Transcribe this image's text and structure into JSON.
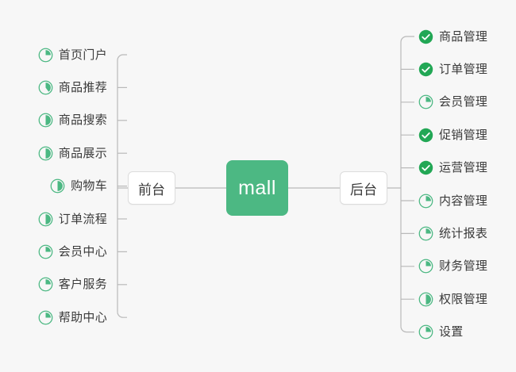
{
  "diagram": {
    "title": "mall",
    "root": {
      "label": "mall",
      "color": "#4cb883"
    },
    "branches": [
      {
        "label": "前台",
        "side": "left"
      },
      {
        "label": "后台",
        "side": "right"
      }
    ],
    "colors": {
      "accent": "#4cb883",
      "accent_dark": "#22a755",
      "background": "#f7f7f7",
      "text": "#3a3a3a",
      "wire": "#b9b9b9",
      "box_border": "#dcdcdc"
    },
    "left_items": [
      {
        "label": "首页门户",
        "icon": "pie-progress-icon",
        "progress": 25,
        "status": "in-progress"
      },
      {
        "label": "商品推荐",
        "icon": "pie-progress-icon",
        "progress": 40,
        "status": "in-progress"
      },
      {
        "label": "商品搜索",
        "icon": "pie-progress-icon",
        "progress": 50,
        "status": "in-progress"
      },
      {
        "label": "商品展示",
        "icon": "pie-progress-icon",
        "progress": 50,
        "status": "in-progress"
      },
      {
        "label": "购物车",
        "icon": "pie-progress-icon",
        "progress": 50,
        "status": "in-progress"
      },
      {
        "label": "订单流程",
        "icon": "pie-progress-icon",
        "progress": 50,
        "status": "in-progress"
      },
      {
        "label": "会员中心",
        "icon": "pie-progress-icon",
        "progress": 25,
        "status": "in-progress"
      },
      {
        "label": "客户服务",
        "icon": "pie-progress-icon",
        "progress": 25,
        "status": "in-progress"
      },
      {
        "label": "帮助中心",
        "icon": "pie-progress-icon",
        "progress": 25,
        "status": "in-progress"
      }
    ],
    "right_items": [
      {
        "label": "商品管理",
        "icon": "check-circle-icon",
        "progress": 100,
        "status": "done"
      },
      {
        "label": "订单管理",
        "icon": "check-circle-icon",
        "progress": 100,
        "status": "done"
      },
      {
        "label": "会员管理",
        "icon": "pie-progress-icon",
        "progress": 25,
        "status": "in-progress"
      },
      {
        "label": "促销管理",
        "icon": "check-circle-icon",
        "progress": 100,
        "status": "done"
      },
      {
        "label": "运营管理",
        "icon": "check-circle-icon",
        "progress": 100,
        "status": "done"
      },
      {
        "label": "内容管理",
        "icon": "pie-progress-icon",
        "progress": 25,
        "status": "in-progress"
      },
      {
        "label": "统计报表",
        "icon": "pie-progress-icon",
        "progress": 25,
        "status": "in-progress"
      },
      {
        "label": "财务管理",
        "icon": "pie-progress-icon",
        "progress": 25,
        "status": "in-progress"
      },
      {
        "label": "权限管理",
        "icon": "pie-progress-icon",
        "progress": 50,
        "status": "in-progress"
      },
      {
        "label": "设置",
        "icon": "pie-progress-icon",
        "progress": 25,
        "status": "in-progress"
      }
    ]
  }
}
